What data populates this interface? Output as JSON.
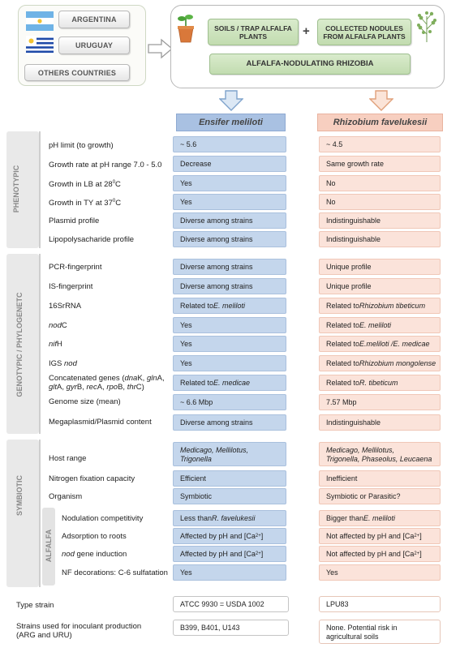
{
  "origin": {
    "countries": [
      "ARGENTINA",
      "URUGUAY"
    ],
    "others": "OTHERS COUNTRIES"
  },
  "sources": {
    "soils": "SOILS / TRAP ALFALFA PLANTS",
    "plus": "+",
    "nodules": "COLLECTED NODULES FROM ALFALFA PLANTS",
    "result": "ALFALFA-NODULATING RHIZOBIA"
  },
  "headers": {
    "left": "Ensifer meliloti",
    "right": "Rhizobium favelukesii"
  },
  "sections": {
    "phenotypic": "PHENOTYPIC",
    "genotypic": "GENOTYPIC / PHYLOGENETC",
    "symbiotic": "SYMBIOTIC",
    "alfalfa": "ALFALFA"
  },
  "rows": {
    "r0": {
      "label": "pH limit (to growth)",
      "left": "~ 5.6",
      "right": "~ 4.5"
    },
    "r1": {
      "label": "Growth rate at pH range 7.0 - 5.0",
      "left": "Decrease",
      "right": "Same growth rate"
    },
    "r2": {
      "label_a": "Growth in LB at 28",
      "label_sup": "0",
      "label_b": "C",
      "left": "Yes",
      "right": "No"
    },
    "r3": {
      "label_a": "Growth in TY at 37",
      "label_sup": "0",
      "label_b": "C",
      "left": "Yes",
      "right": "No"
    },
    "r4": {
      "label": "Plasmid profile",
      "left": "Diverse among strains",
      "right": "Indistinguishable"
    },
    "r5": {
      "label": "Lipopolysacharide profile",
      "left": "Diverse among strains",
      "right": "Indistinguishable"
    },
    "r6": {
      "label": "PCR-fingerprint",
      "left": "Diverse among strains",
      "right": "Unique profile"
    },
    "r7": {
      "label": "IS-fingerprint",
      "left": "Diverse among strains",
      "right": "Unique profile"
    },
    "r8": {
      "label": "16SrRNA",
      "left_a": "Related to ",
      "left_i": "E. meliloti",
      "right_a": "Related to ",
      "right_i": "Rhizobium tibeticum"
    },
    "r9": {
      "label_i": "nod",
      "label_b": "C",
      "left": "Yes",
      "right_a": "Related to ",
      "right_i": "E. meliloti"
    },
    "r10": {
      "label_i": "nif",
      "label_b": "H",
      "left": "Yes",
      "right_a": "Related to ",
      "right_i": "E.meliloti /E. medicae"
    },
    "r11": {
      "label_a": "IGS ",
      "label_i": "nod",
      "left": "Yes",
      "right_a": "Related to ",
      "right_i": "Rhizobium mongolense"
    },
    "r12": {
      "label_l1": [
        {
          "t": "Concatenated genes  (",
          "i": false
        },
        {
          "t": "dna",
          "i": true
        },
        {
          "t": "K, ",
          "i": false
        },
        {
          "t": "gln",
          "i": true
        },
        {
          "t": "A,",
          "i": false
        }
      ],
      "label_l2": [
        {
          "t": "glt",
          "i": true
        },
        {
          "t": "A, ",
          "i": false
        },
        {
          "t": "gyr",
          "i": true
        },
        {
          "t": "B, ",
          "i": false
        },
        {
          "t": "rec",
          "i": true
        },
        {
          "t": "A, ",
          "i": false
        },
        {
          "t": "rpo",
          "i": true
        },
        {
          "t": "B, ",
          "i": false
        },
        {
          "t": "thr",
          "i": true
        },
        {
          "t": "C)",
          "i": false
        }
      ],
      "left_a": "Related to ",
      "left_i": "E. medicae",
      "right_a": "Related to ",
      "right_i": "R. tibeticum"
    },
    "r13": {
      "label": "Genome size (mean)",
      "left": "~ 6.6 Mbp",
      "right": "7.57 Mbp"
    },
    "r14": {
      "label": "Megaplasmid/Plasmid content",
      "left": "Diverse among strains",
      "right": "Indistinguishable"
    },
    "r15": {
      "label": "Host range",
      "left_l1": "Medicago, Mellilotus,",
      "left_l2": "Trigonella",
      "right_l1": "Medicago, Mellilotus,",
      "right_l2": "Trigonella, Phaseolus, Leucaena"
    },
    "r16": {
      "label": "Nitrogen fixation capacity",
      "left": "Efficient",
      "right": "Inefficient"
    },
    "r17": {
      "label": "Organism",
      "left": "Symbiotic",
      "right": "Symbiotic or Parasitic?"
    },
    "r18": {
      "label": "Nodulation competitivity",
      "left_a": "Less than ",
      "left_i": "R. favelukesii",
      "right_a": "Bigger than ",
      "right_i": "E. meliloti"
    },
    "r19": {
      "label": "Adsorption to roots",
      "left_a": "Affected by pH and [Ca",
      "left_sup": "2+",
      "left_b": "]",
      "right_a": "Not affected by pH and [Ca",
      "right_sup": "2+",
      "right_b": "]"
    },
    "r20": {
      "label_i": "nod",
      "label_b": " gene induction",
      "left_a": "Affected by pH and [Ca",
      "left_sup": "2+",
      "left_b": "]",
      "right_a": "Not affected by pH and [Ca",
      "right_sup": "2+",
      "right_b": "]"
    },
    "r21": {
      "label": "NF decorations: C-6 sulfatation",
      "left": "Yes",
      "right": "Yes"
    }
  },
  "bottom": {
    "type_label": "Type strain",
    "type_left": "ATCC 9930 = USDA 1002",
    "type_right": "LPU83",
    "inoc_label_l1": "Strains used for inoculant  production",
    "inoc_label_l2": "(ARG and URU)",
    "inoc_left": "B399, B401, U143",
    "inoc_right_l1": "None. Potential risk in",
    "inoc_right_l2": "agricultural soils"
  },
  "colors": {
    "blue_cell": "#c4d6ec",
    "pink_cell": "#fbe3da",
    "green_button": "#c2dcb0",
    "section_gray": "#e9e9e9"
  }
}
